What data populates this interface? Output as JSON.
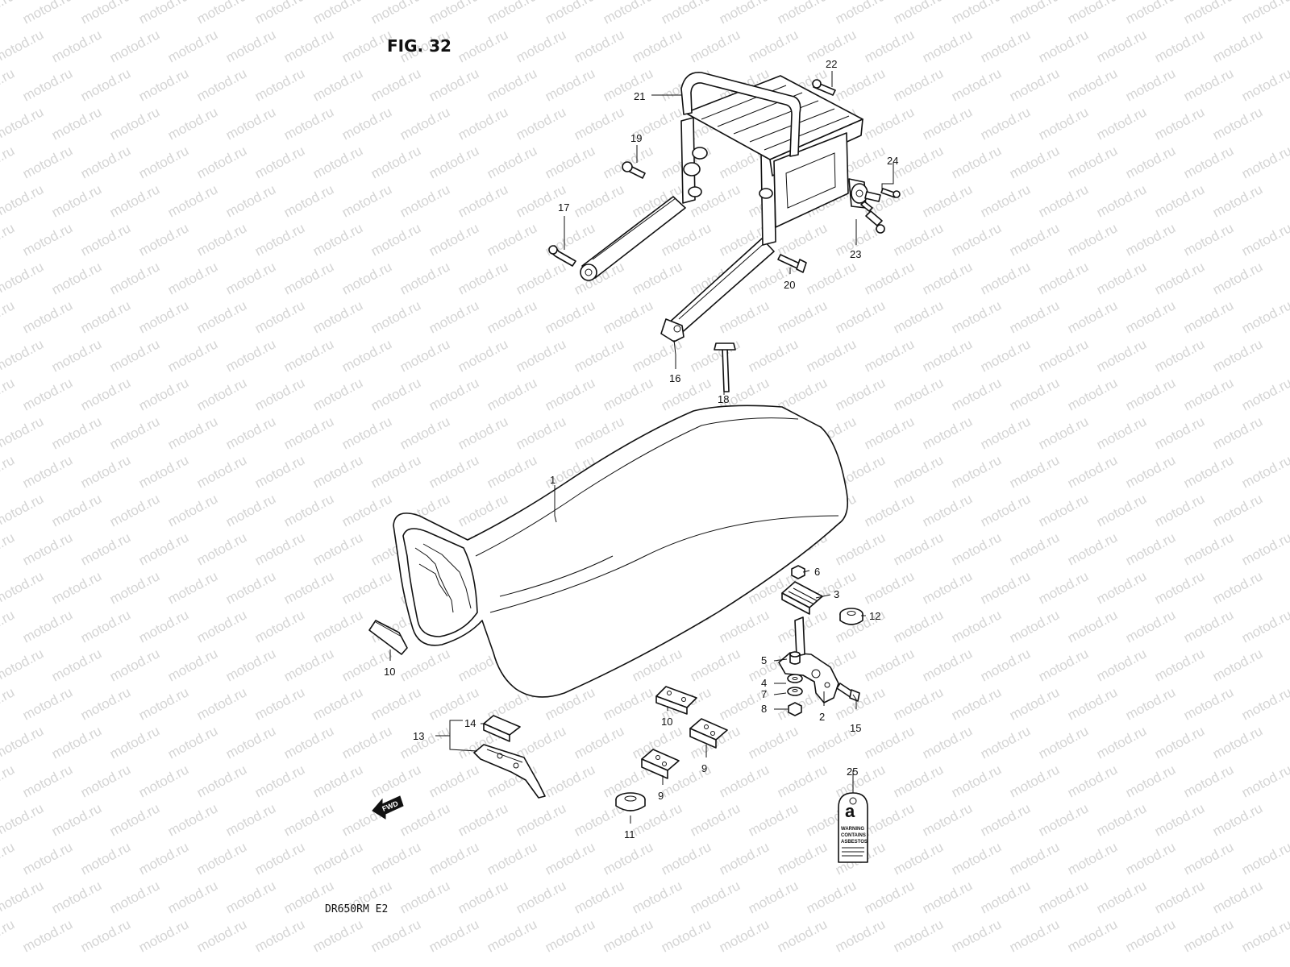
{
  "figure": {
    "title": "FIG. 32",
    "model": "DR650RM E2"
  },
  "watermark": "motod.ru",
  "fwd_label": "FWD",
  "warning_tag": {
    "letter": "a",
    "lines": [
      "WARNING",
      "CONTAINS",
      "ASBESTOS"
    ]
  },
  "callouts": [
    {
      "id": "c1",
      "label": "1"
    },
    {
      "id": "c2",
      "label": "2"
    },
    {
      "id": "c3",
      "label": "3"
    },
    {
      "id": "c4",
      "label": "4"
    },
    {
      "id": "c5",
      "label": "5"
    },
    {
      "id": "c6",
      "label": "6"
    },
    {
      "id": "c7",
      "label": "7"
    },
    {
      "id": "c8",
      "label": "8"
    },
    {
      "id": "c9a",
      "label": "9"
    },
    {
      "id": "c9b",
      "label": "9"
    },
    {
      "id": "c10a",
      "label": "10"
    },
    {
      "id": "c10b",
      "label": "10"
    },
    {
      "id": "c11",
      "label": "11"
    },
    {
      "id": "c12",
      "label": "12"
    },
    {
      "id": "c13",
      "label": "13"
    },
    {
      "id": "c14",
      "label": "14"
    },
    {
      "id": "c15",
      "label": "15"
    },
    {
      "id": "c16",
      "label": "16"
    },
    {
      "id": "c17",
      "label": "17"
    },
    {
      "id": "c18",
      "label": "18"
    },
    {
      "id": "c19",
      "label": "19"
    },
    {
      "id": "c20",
      "label": "20"
    },
    {
      "id": "c21",
      "label": "21"
    },
    {
      "id": "c22",
      "label": "22"
    },
    {
      "id": "c23",
      "label": "23"
    },
    {
      "id": "c24",
      "label": "24"
    },
    {
      "id": "c25",
      "label": "25"
    }
  ]
}
